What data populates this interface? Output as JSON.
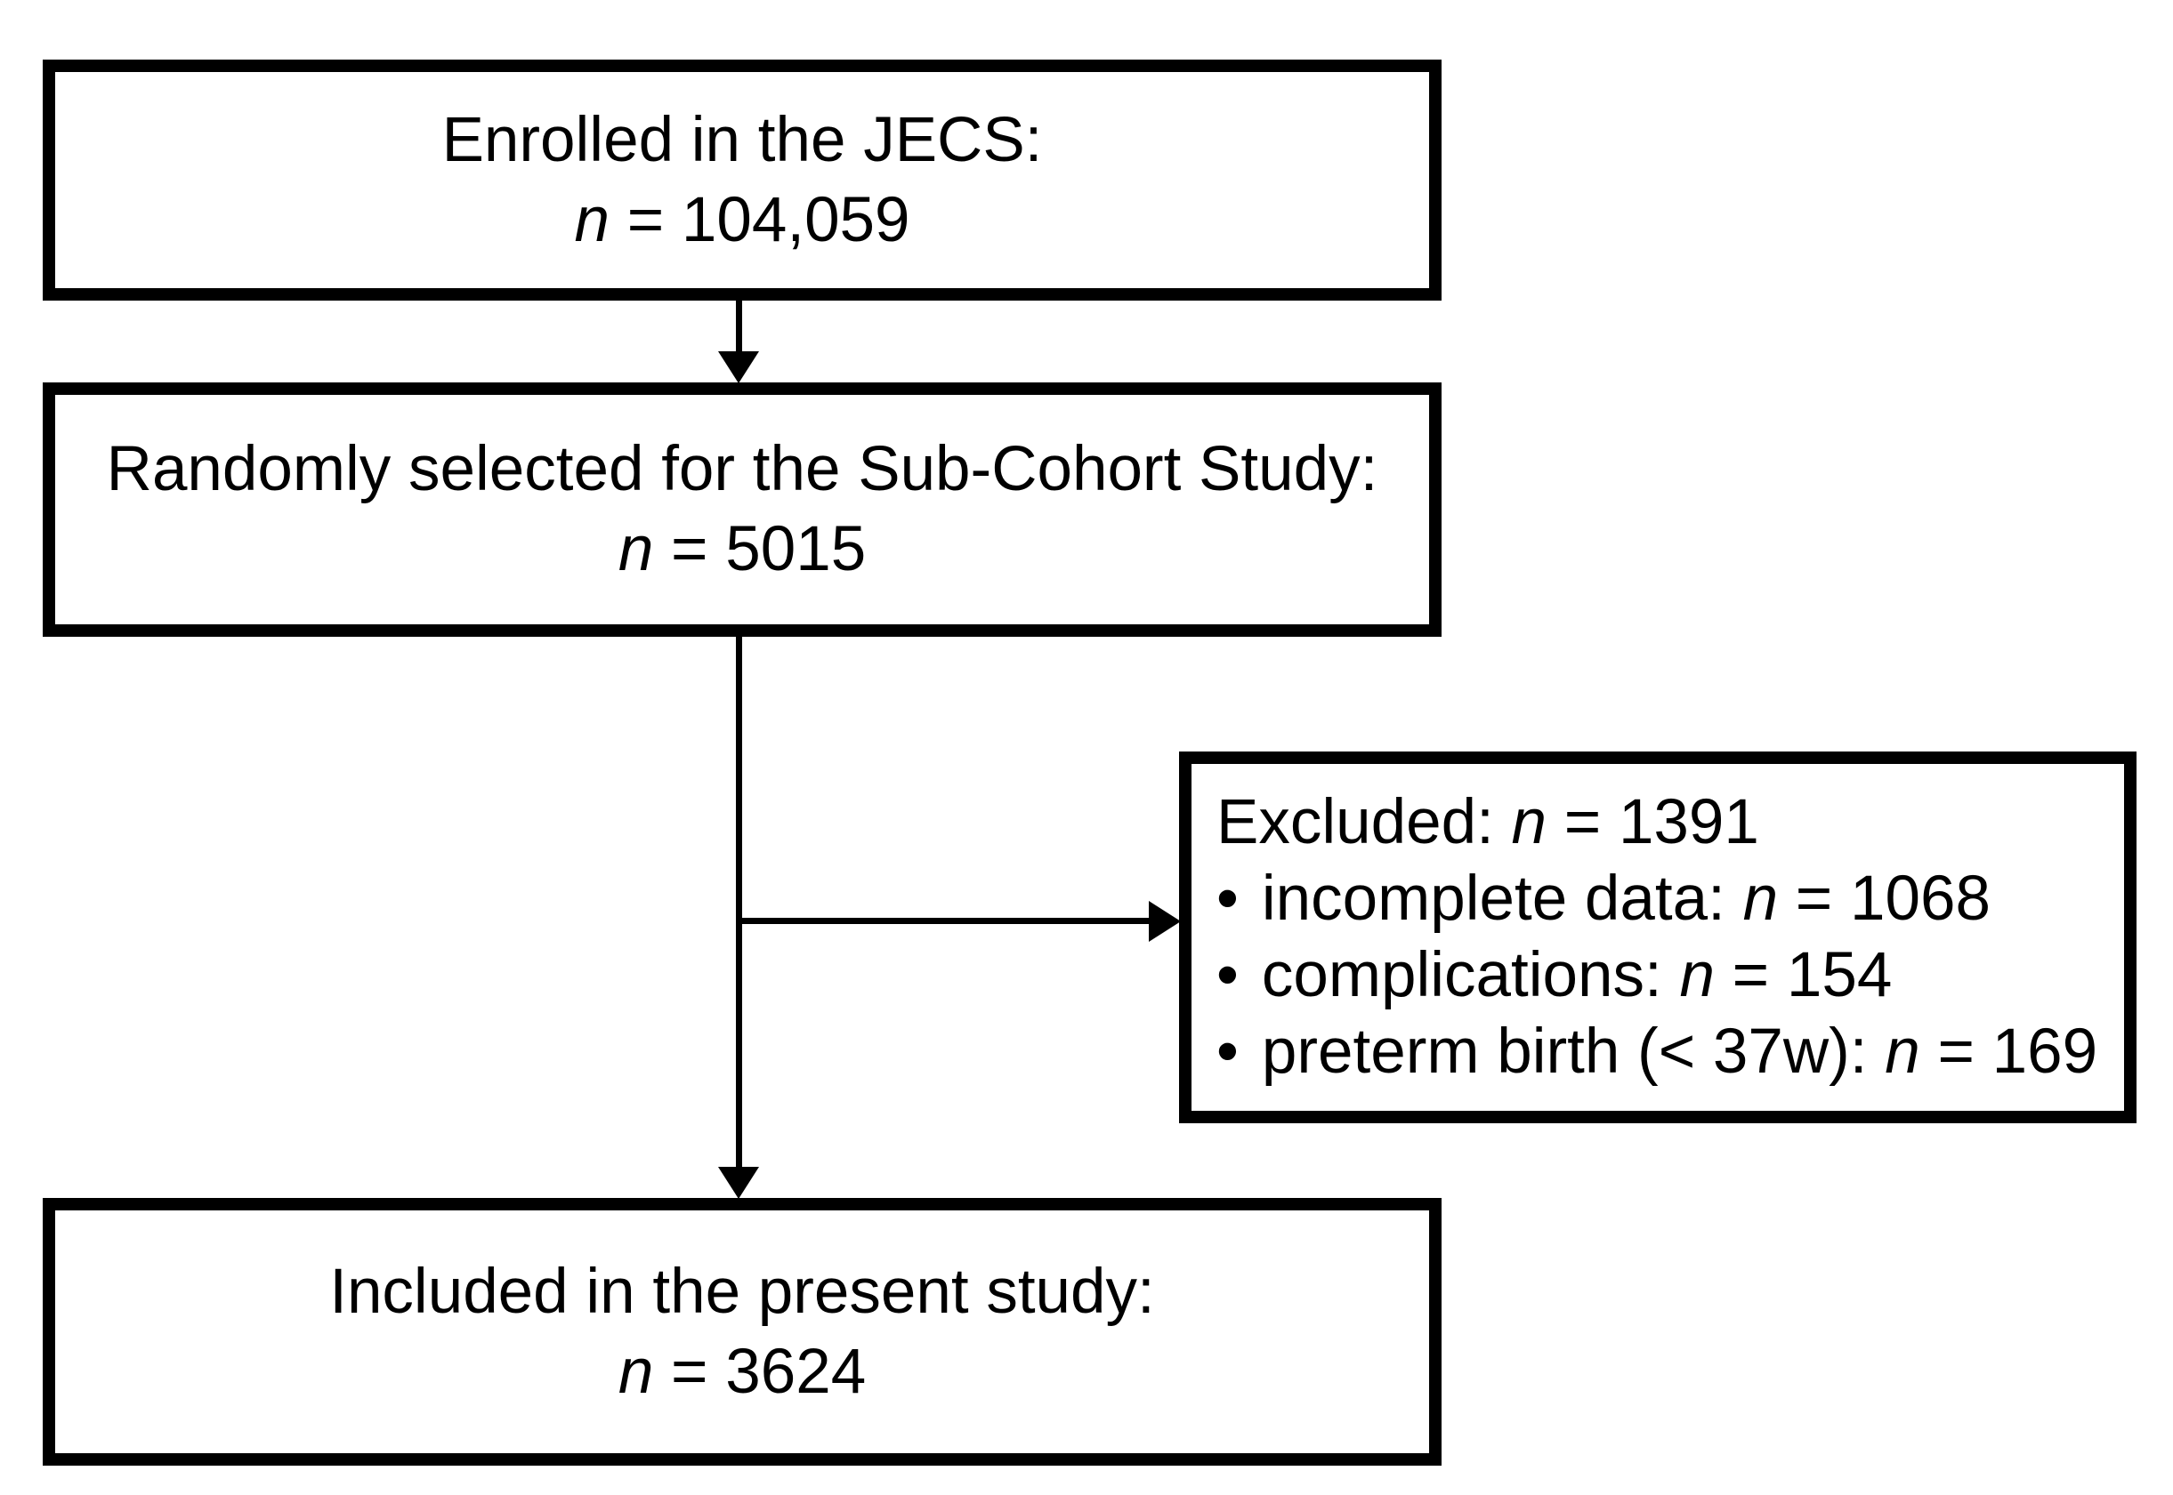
{
  "flowchart": {
    "boxes": {
      "enrolled": {
        "title": "Enrolled in the JECS:",
        "n_label": "n",
        "n_value": " = 104,059"
      },
      "subcohort": {
        "title": "Randomly selected for the Sub-Cohort Study:",
        "n_label": "n",
        "n_value": " = 5015"
      },
      "excluded": {
        "title_prefix": "Excluded: ",
        "n_label": "n",
        "title_value": " = 1391",
        "bullet": "•",
        "items": [
          {
            "label": "incomplete data: ",
            "n_label": "n",
            "value": " = 1068"
          },
          {
            "label": "complications: ",
            "n_label": "n",
            "value": " = 154"
          },
          {
            "label": "preterm birth (< 37w): ",
            "n_label": "n",
            "value": " = 169"
          }
        ]
      },
      "included": {
        "title": "Included in the present study:",
        "n_label": "n",
        "n_value": " = 3624"
      }
    },
    "colors": {
      "border": "#000000",
      "text": "#000000",
      "background": "#ffffff"
    }
  }
}
